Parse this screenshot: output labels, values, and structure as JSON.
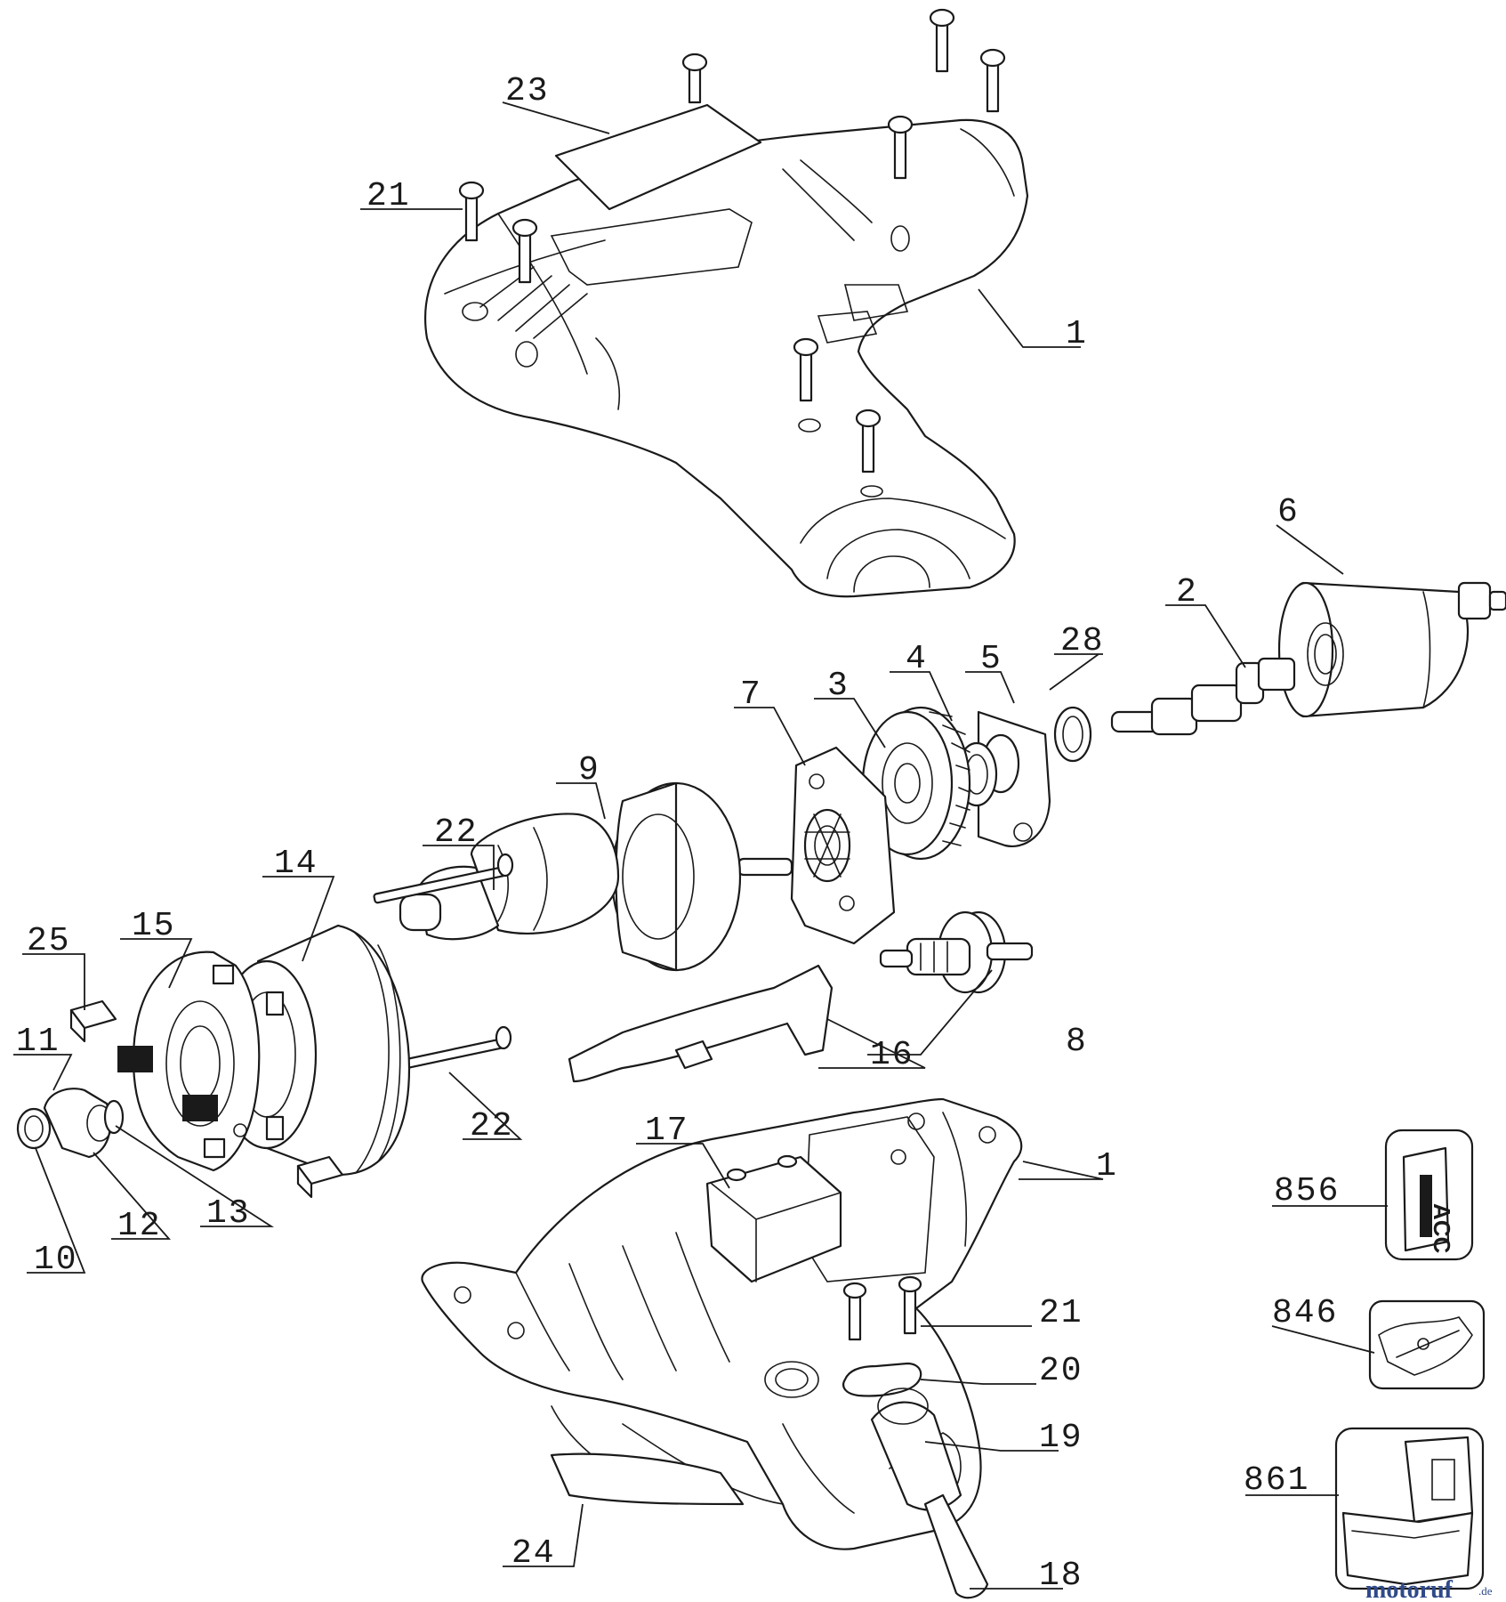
{
  "diagram": {
    "callouts": {
      "p1_upper": "1",
      "p1_lower": "1",
      "p2": "2",
      "p3": "3",
      "p4": "4",
      "p5": "5",
      "p6": "6",
      "p7": "7",
      "p8": "8",
      "p9": "9",
      "p10": "10",
      "p11": "11",
      "p12": "12",
      "p13": "13",
      "p14": "14",
      "p15": "15",
      "p16": "16",
      "p17": "17",
      "p18": "18",
      "p19": "19",
      "p20": "20",
      "p21_upper": "21",
      "p21_lower": "21",
      "p22_upper": "22",
      "p22_lower": "22",
      "p23": "23",
      "p24": "24",
      "p25": "25",
      "p28": "28",
      "p846": "846",
      "p856": "856",
      "p861": "861"
    },
    "label_text": "ACC",
    "watermark": {
      "brand": "motoruf",
      "suffix": ".de"
    }
  }
}
